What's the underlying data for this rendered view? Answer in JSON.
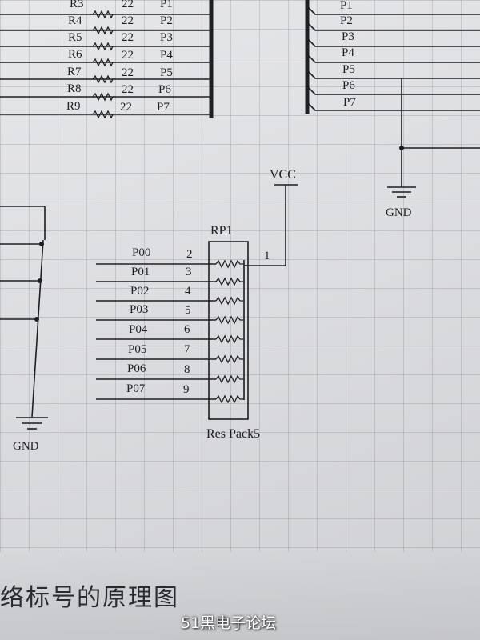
{
  "top_left": {
    "rows": [
      {
        "ref": "R3",
        "value": "22",
        "pin": "P1"
      },
      {
        "ref": "R4",
        "value": "22",
        "pin": "P2"
      },
      {
        "ref": "R5",
        "value": "22",
        "pin": "P3"
      },
      {
        "ref": "R6",
        "value": "22",
        "pin": "P4"
      },
      {
        "ref": "R7",
        "value": "22",
        "pin": "P5"
      },
      {
        "ref": "R8",
        "value": "22",
        "pin": "P6"
      },
      {
        "ref": "R9",
        "value": "22",
        "pin": "P7"
      }
    ]
  },
  "top_right": {
    "pins": [
      "P1",
      "P2",
      "P3",
      "P4",
      "P5",
      "P6",
      "P7"
    ],
    "gnd_label": "GND"
  },
  "left": {
    "gnd_label": "GND"
  },
  "rp1": {
    "ref": "RP1",
    "part": "Res Pack5",
    "vcc_label": "VCC",
    "common_pin": "1",
    "nets": [
      {
        "net": "P00",
        "pin": "2"
      },
      {
        "net": "P01",
        "pin": "3"
      },
      {
        "net": "P02",
        "pin": "4"
      },
      {
        "net": "P03",
        "pin": "5"
      },
      {
        "net": "P04",
        "pin": "6"
      },
      {
        "net": "P05",
        "pin": "7"
      },
      {
        "net": "P06",
        "pin": "8"
      },
      {
        "net": "P07",
        "pin": "9"
      }
    ]
  },
  "caption": "络标号的原理图",
  "watermark": "51黑电子论坛"
}
